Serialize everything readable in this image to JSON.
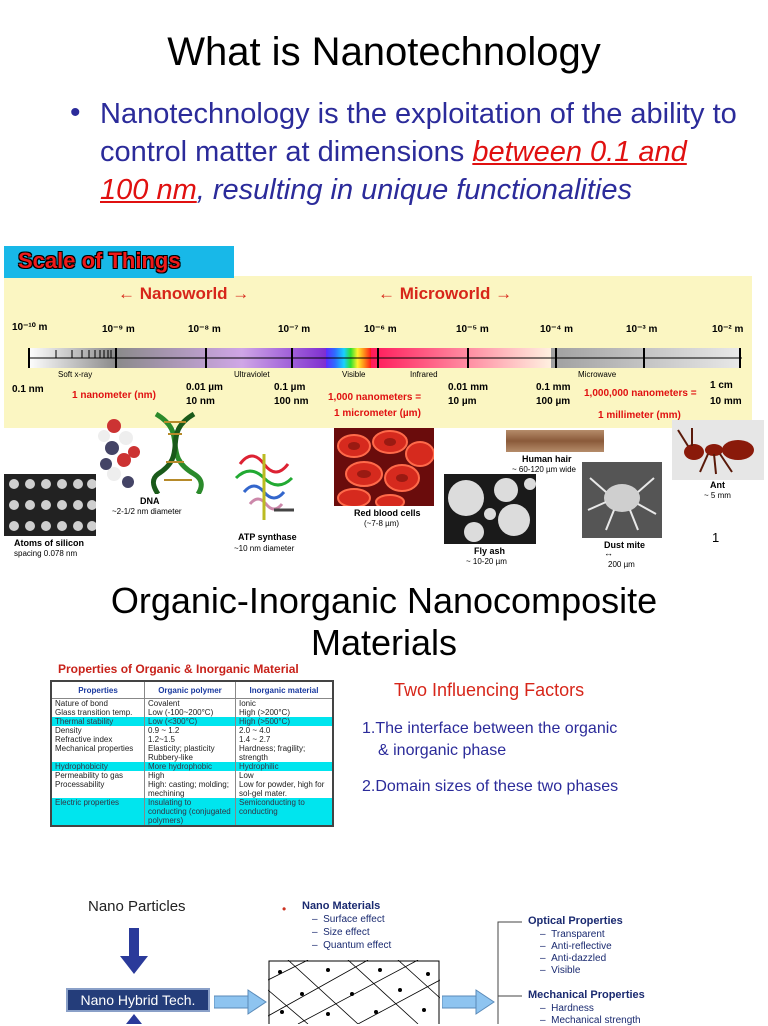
{
  "slide1": {
    "title": "What is Nanotechnology",
    "bullet_part1": "Nanotechnology is the exploitation of the ability to control matter at dimensions ",
    "bullet_red": "between 0.1 and 100 nm",
    "bullet_part2": ", resulting in unique functionalities",
    "slide_number": "1"
  },
  "scale": {
    "banner": "Scale of Things",
    "nanoworld": "←  Nanoworld  →",
    "microworld": "←  Microworld  →",
    "powers": [
      "10⁻¹⁰ m",
      "10⁻⁹ m",
      "10⁻⁸ m",
      "10⁻⁷ m",
      "10⁻⁶ m",
      "10⁻⁵ m",
      "10⁻⁴ m",
      "10⁻³ m",
      "10⁻² m"
    ],
    "bands": [
      "Soft x-ray",
      "Ultraviolet",
      "Visible",
      "Infrared",
      "Microwave"
    ],
    "label_01nm": "0.1 nm",
    "label_1nm": "1 nanometer (nm)",
    "label_001um_a": "0.01 µm",
    "label_001um_b": "10 nm",
    "label_01um_a": "0.1 µm",
    "label_01um_b": "100 nm",
    "label_1000nm_a": "1,000 nanometers =",
    "label_1000nm_b": "1 micrometer (µm)",
    "label_001mm_a": "0.01 mm",
    "label_001mm_b": "10 µm",
    "label_01mm_a": "0.1 mm",
    "label_01mm_b": "100 µm",
    "label_1000000_a": "1,000,000 nanometers =",
    "label_1000000_b": "1 millimeter (mm)",
    "label_1cm_a": "1 cm",
    "label_1cm_b": "10 mm",
    "objects": {
      "silicon_a": "Atoms of silicon",
      "silicon_b": "spacing 0.078 nm",
      "dna_a": "DNA",
      "dna_b": "~2-1/2 nm diameter",
      "atp_a": "ATP synthase",
      "atp_b": "~10 nm diameter",
      "rbc_a": "Red blood cells",
      "rbc_b": "(~7-8 µm)",
      "flyash_a": "Fly ash",
      "flyash_b": "~ 10-20 µm",
      "hair_a": "Human hair",
      "hair_b": "~ 60-120 µm wide",
      "mite_a": "Dust mite",
      "mite_b": "200 µm",
      "ant_a": "Ant",
      "ant_b": "~ 5 mm"
    }
  },
  "slide2": {
    "title_line1": "Organic-Inorganic Nanocomposite",
    "title_line2": "Materials",
    "table_title": "Properties of Organic & Inorganic Material",
    "headers": [
      "Properties",
      "Organic polymer",
      "Inorganic material"
    ],
    "rows": [
      {
        "c": false,
        "cells": [
          "Nature of bond",
          "Covalent",
          "Ionic"
        ]
      },
      {
        "c": false,
        "cells": [
          "Glass transition temp.",
          "Low (-100~200°C)",
          "High (>200°C)"
        ]
      },
      {
        "c": true,
        "cells": [
          "Thermal stability",
          "Low (<300°C)",
          "High (>500°C)"
        ]
      },
      {
        "c": false,
        "cells": [
          "Density",
          "0.9 ~ 1.2",
          "2.0 ~ 4.0"
        ]
      },
      {
        "c": false,
        "cells": [
          "Refractive index",
          "1.2~1.5",
          "1.4 ~ 2.7"
        ]
      },
      {
        "c": false,
        "cells": [
          "Mechanical properties",
          "Elasticity; plasticity Rubbery-like",
          "Hardness; fragility; strength"
        ]
      },
      {
        "c": true,
        "cells": [
          "Hydrophobicity",
          "More hydrophobic",
          "Hydrophilic"
        ]
      },
      {
        "c": false,
        "cells": [
          "Permeability to gas",
          "High",
          "Low"
        ]
      },
      {
        "c": false,
        "cells": [
          "Processability",
          "High: casting; molding; mechining",
          "Low for powder, high for sol-gel mater."
        ]
      },
      {
        "c": true,
        "cells": [
          "Electric properties",
          "Insulating to conducting (conjugated polymers)",
          "Semiconducting to conducting"
        ]
      }
    ],
    "factors_title": "Two Influencing Factors",
    "factor1_a": "1.The interface between  the organic",
    "factor1_b": "& inorganic phase",
    "factor2": "2.Domain sizes of these two phases"
  },
  "diagram": {
    "nano_particles": "Nano Particles",
    "hybrid": "Nano Hybrid Tech.",
    "nano_materials": "Nano Materials",
    "nm_items": [
      "Surface effect",
      "Size effect",
      "Quantum effect"
    ],
    "optical_title": "Optical Properties",
    "optical_items": [
      "Transparent",
      "Anti-reflective",
      "Anti-dazzled",
      "Visible"
    ],
    "mech_title": "Mechanical Properties",
    "mech_items": [
      "Hardness",
      "Mechanical strength"
    ]
  }
}
